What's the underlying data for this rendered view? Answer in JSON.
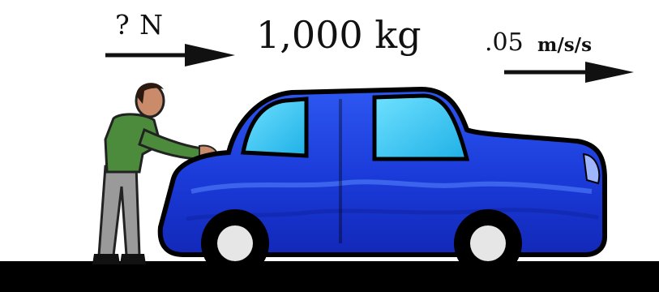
{
  "labels": {
    "force": "? N",
    "mass": "1,000 kg",
    "acceleration_value": ".05",
    "acceleration_unit": "m/s/s"
  },
  "colors": {
    "car_body": "#1d3fe0",
    "car_body_light": "#3a6cff",
    "window": "#37c7f2",
    "shirt": "#4c8a3c",
    "pants": "#9a9a9a",
    "ground": "#000000",
    "arrow": "#111111"
  }
}
